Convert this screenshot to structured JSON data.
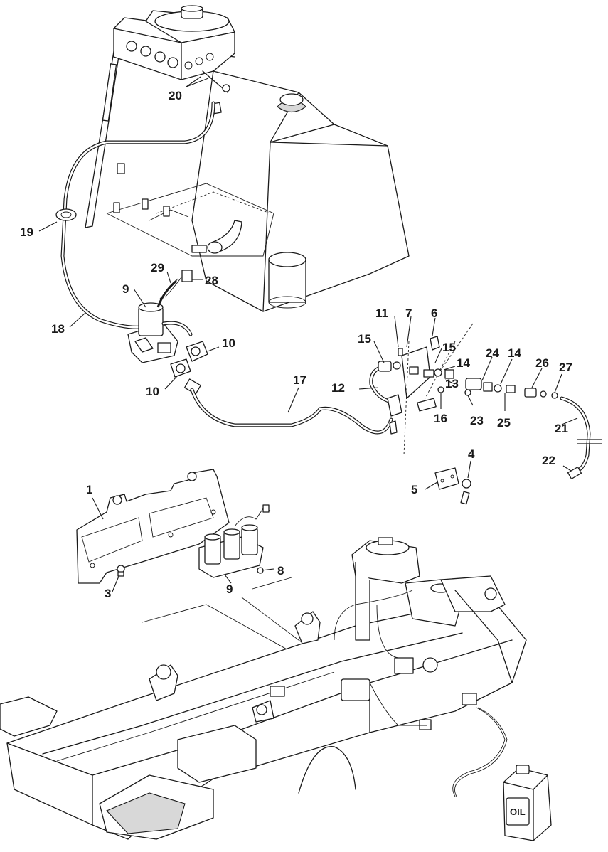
{
  "callouts": [
    {
      "id": "c20",
      "label": "20"
    },
    {
      "id": "c19",
      "label": "19"
    },
    {
      "id": "c29",
      "label": "29"
    },
    {
      "id": "c28",
      "label": "28"
    },
    {
      "id": "c9a",
      "label": "9"
    },
    {
      "id": "c18",
      "label": "18"
    },
    {
      "id": "c10a",
      "label": "10"
    },
    {
      "id": "c10b",
      "label": "10"
    },
    {
      "id": "c17",
      "label": "17"
    },
    {
      "id": "c11",
      "label": "11"
    },
    {
      "id": "c7",
      "label": "7"
    },
    {
      "id": "c6",
      "label": "6"
    },
    {
      "id": "c15a",
      "label": "15"
    },
    {
      "id": "c15b",
      "label": "15"
    },
    {
      "id": "c12",
      "label": "12"
    },
    {
      "id": "c14a",
      "label": "14"
    },
    {
      "id": "c13",
      "label": "13"
    },
    {
      "id": "c16",
      "label": "16"
    },
    {
      "id": "c24",
      "label": "24"
    },
    {
      "id": "c14b",
      "label": "14"
    },
    {
      "id": "c23",
      "label": "23"
    },
    {
      "id": "c25",
      "label": "25"
    },
    {
      "id": "c26",
      "label": "26"
    },
    {
      "id": "c27",
      "label": "27"
    },
    {
      "id": "c21",
      "label": "21"
    },
    {
      "id": "c22",
      "label": "22"
    },
    {
      "id": "c4",
      "label": "4"
    },
    {
      "id": "c5",
      "label": "5"
    },
    {
      "id": "c1",
      "label": "1"
    },
    {
      "id": "c3",
      "label": "3"
    },
    {
      "id": "c8",
      "label": "8"
    },
    {
      "id": "c9b",
      "label": "9"
    }
  ],
  "oil_container": {
    "label": "OIL"
  }
}
